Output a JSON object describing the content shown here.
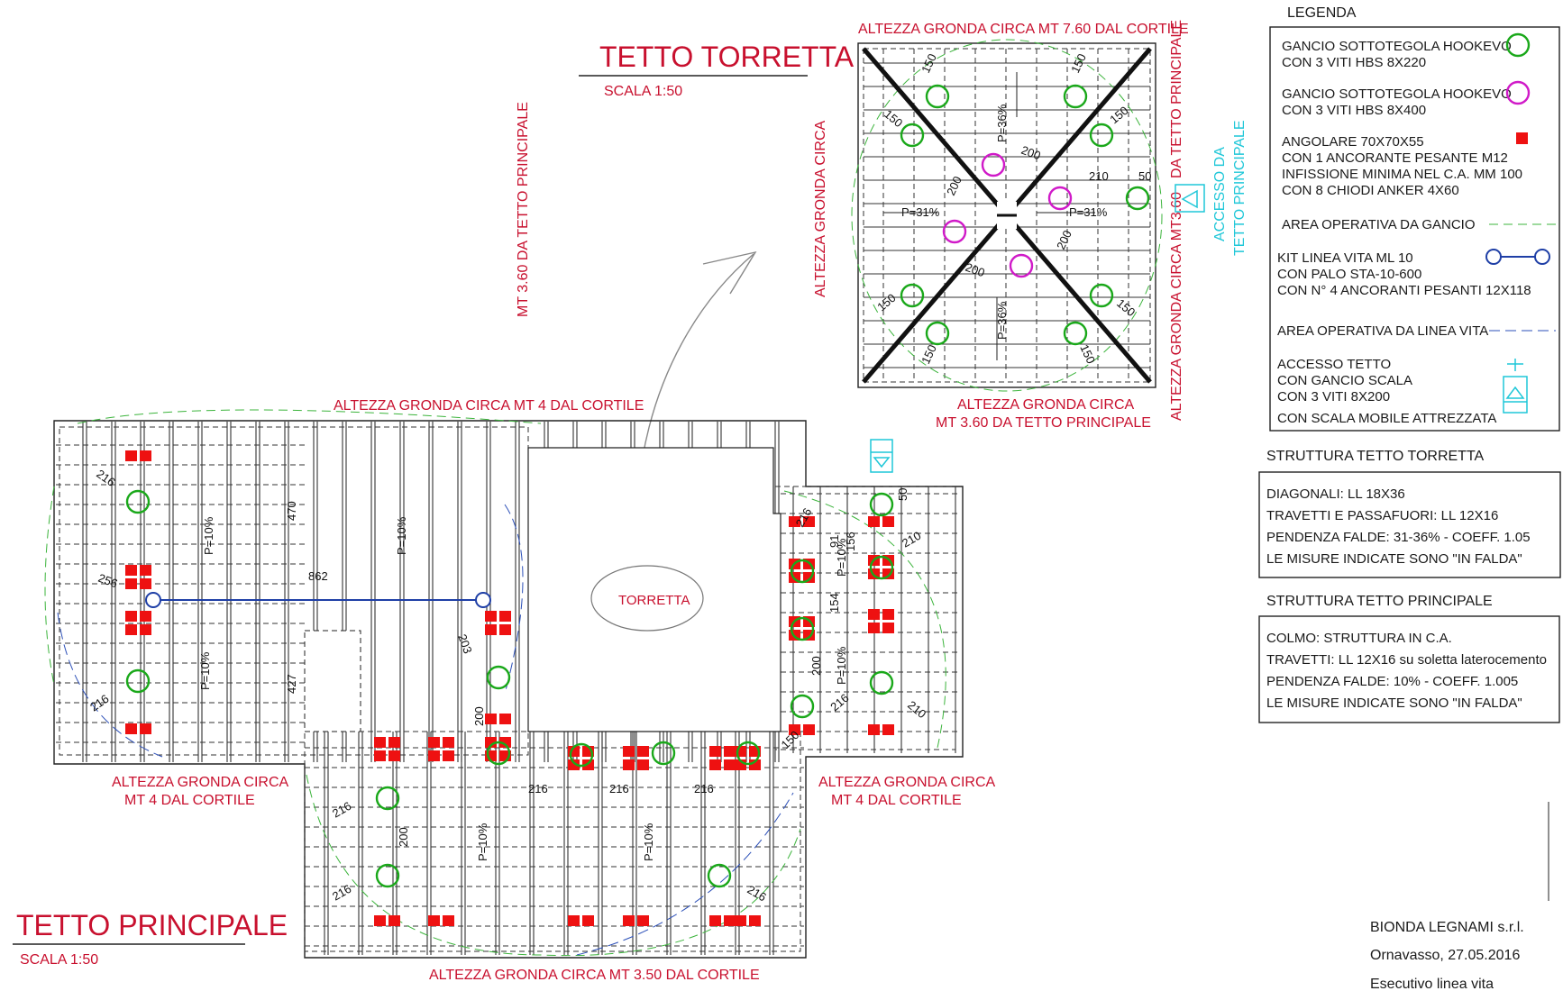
{
  "tetto_torretta": {
    "title": "TETTO TORRETTA",
    "scale": "SCALA 1:50",
    "gronda_top": "ALTEZZA GRONDA CIRCA MT 7.60 DAL CORTILE",
    "gronda_left_1": "ALTEZZA GRONDA CIRCA",
    "gronda_left_2": "MT 3.60 DA TETTO PRINCIPALE",
    "gronda_right_1": "ALTEZZA GRONDA CIRCA MT3.60",
    "gronda_right_2": "DA TETTO PRINCIPALE",
    "gronda_bottom_1": "ALTEZZA GRONDA CIRCA",
    "gronda_bottom_2": "MT 3.60 DA TETTO PRINCIPALE",
    "accesso_1": "ACCESSO DA",
    "accesso_2": "TETTO PRINCIPALE",
    "slope_n": "P=36%",
    "slope_s": "P=36%",
    "slope_w": "P=31%",
    "slope_e": "P=31%",
    "dims": [
      "150",
      "150",
      "150",
      "150",
      "150",
      "150",
      "150",
      "150",
      "200",
      "200",
      "200",
      "200",
      "210",
      "50"
    ]
  },
  "tetto_principale": {
    "title": "TETTO PRINCIPALE",
    "scale": "SCALA 1:50",
    "gronda_top": "ALTEZZA GRONDA CIRCA MT 4 DAL CORTILE",
    "gronda_bl_1": "ALTEZZA GRONDA CIRCA",
    "gronda_bl_2": "MT 4 DAL CORTILE",
    "gronda_br_1": "ALTEZZA GRONDA CIRCA",
    "gronda_br_2": "MT 4 DAL CORTILE",
    "gronda_bottom": "ALTEZZA GRONDA CIRCA MT 3.50 DAL CORTILE",
    "torretta_label": "TORRETTA",
    "slope": "P=10%",
    "dims": {
      "d216a": "216",
      "d216b": "216",
      "d256": "256",
      "d470": "470",
      "d862": "862",
      "d427": "427",
      "d203": "203",
      "d200a": "200",
      "d216c": "216",
      "d216d": "216",
      "d216e": "216",
      "d216f": "216",
      "d200b": "200",
      "d216g": "216",
      "d216h": "216",
      "d216i": "216",
      "d156": "156",
      "d91": "91",
      "d154": "154",
      "d200c": "200",
      "d150": "150",
      "d50": "50",
      "d216j": "216",
      "d210a": "210",
      "d210b": "210"
    }
  },
  "legenda": {
    "title": "LEGENDA",
    "items": [
      {
        "lines": [
          "GANCIO SOTTOTEGOLA HOOKEVO",
          "CON 3 VITI HBS 8X220"
        ],
        "symbol": "green-circle"
      },
      {
        "lines": [
          "GANCIO SOTTOTEGOLA HOOKEVO",
          "CON 3 VITI HBS 8X400"
        ],
        "symbol": "magenta-circle"
      },
      {
        "lines": [
          "ANGOLARE 70X70X55",
          "CON 1 ANCORANTE PESANTE M12",
          "INFISSIONE MINIMA NEL C.A. MM 100",
          "CON 8 CHIODI ANKER 4X60"
        ],
        "symbol": "red-square"
      },
      {
        "lines": [
          "AREA OPERATIVA DA GANCIO"
        ],
        "symbol": "green-dash"
      },
      {
        "lines": [
          "KIT LINEA VITA ML 10",
          "CON PALO STA-10-600",
          "CON N° 4 ANCORANTI PESANTI 12X118"
        ],
        "symbol": "lifeline"
      },
      {
        "lines": [
          "AREA OPERATIVA DA LINEA VITA"
        ],
        "symbol": "blue-dash"
      },
      {
        "lines": [
          "ACCESSO TETTO",
          "CON GANCIO SCALA",
          "CON 3 VITI 8X200",
          "CON SCALA MOBILE ATTREZZATA"
        ],
        "symbol": "ladder-hook"
      }
    ]
  },
  "struttura_torretta": {
    "title": "STRUTTURA TETTO TORRETTA",
    "lines": [
      "DIAGONALI: LL 18X36",
      "TRAVETTI E PASSAFUORI: LL 12X16",
      "PENDENZA FALDE: 31-36% - COEFF. 1.05",
      "LE MISURE INDICATE SONO \"IN FALDA\""
    ]
  },
  "struttura_principale": {
    "title": "STRUTTURA TETTO PRINCIPALE",
    "lines": [
      "COLMO: STRUTTURA IN C.A.",
      "TRAVETTI: LL 12X16 su soletta laterocemento",
      "PENDENZA FALDE: 10% - COEFF. 1.005",
      "LE MISURE INDICATE SONO \"IN FALDA\""
    ]
  },
  "title_block": {
    "company": "BIONDA LEGNAMI s.r.l.",
    "place_date": "Ornavasso, 27.05.2016",
    "subject": "Esecutivo linea vita"
  },
  "colors": {
    "red_text": "#c8102e",
    "green_hook": "#1aa81a",
    "magenta_hook": "#d01ac8",
    "anchor_red": "#ee1111",
    "lifeline_blue": "#1f3fa6",
    "access_cyan": "#1fc7d8"
  }
}
